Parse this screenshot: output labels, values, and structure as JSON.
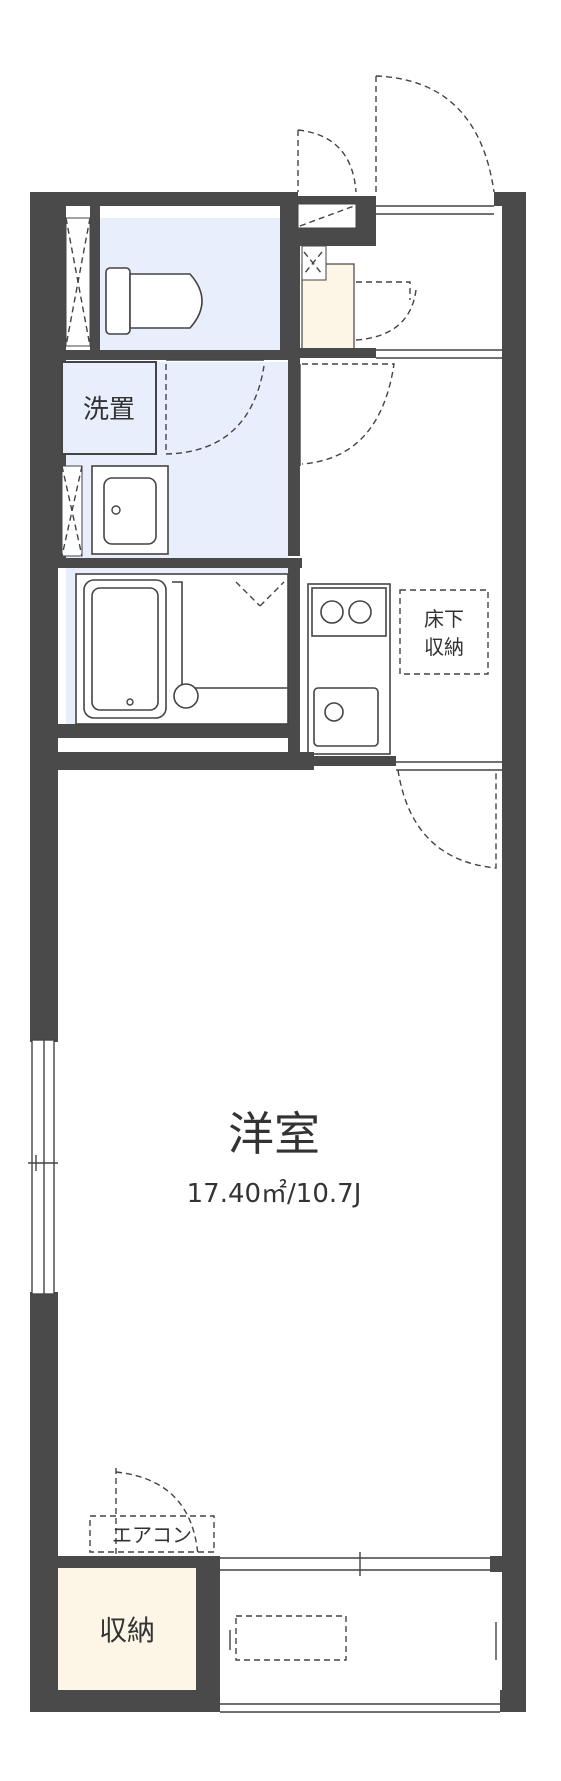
{
  "rooms": {
    "western_room": {
      "name": "洋室",
      "area": "17.40㎡/10.7J"
    },
    "closet": {
      "name": "収納"
    },
    "underfloor_storage": {
      "line1": "床下",
      "line2": "収納"
    },
    "washer_space": {
      "name": "洗置"
    },
    "aircon": {
      "name": "エアコン"
    }
  },
  "colors": {
    "wall": "#4a4a4a",
    "wet_area": "#e8eefb",
    "storage": "#fdf5e6",
    "line": "#444444"
  },
  "icons": [
    "toilet-icon",
    "washbasin-icon",
    "bathtub-icon",
    "stove-icon",
    "sink-icon",
    "door-swing-icon"
  ]
}
